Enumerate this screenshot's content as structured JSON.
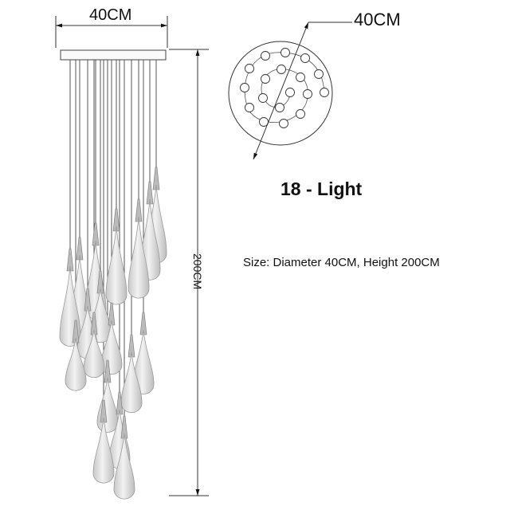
{
  "dimensions": {
    "top_width": "40CM",
    "plan_diameter": "40CM",
    "height": "200CM"
  },
  "title": "18 - Light",
  "size_description": "Size: Diameter 40CM, Height 200CM",
  "product": {
    "light_count": 18
  },
  "colors": {
    "line": "#333333",
    "drop_fill": "#d9d9d9"
  }
}
